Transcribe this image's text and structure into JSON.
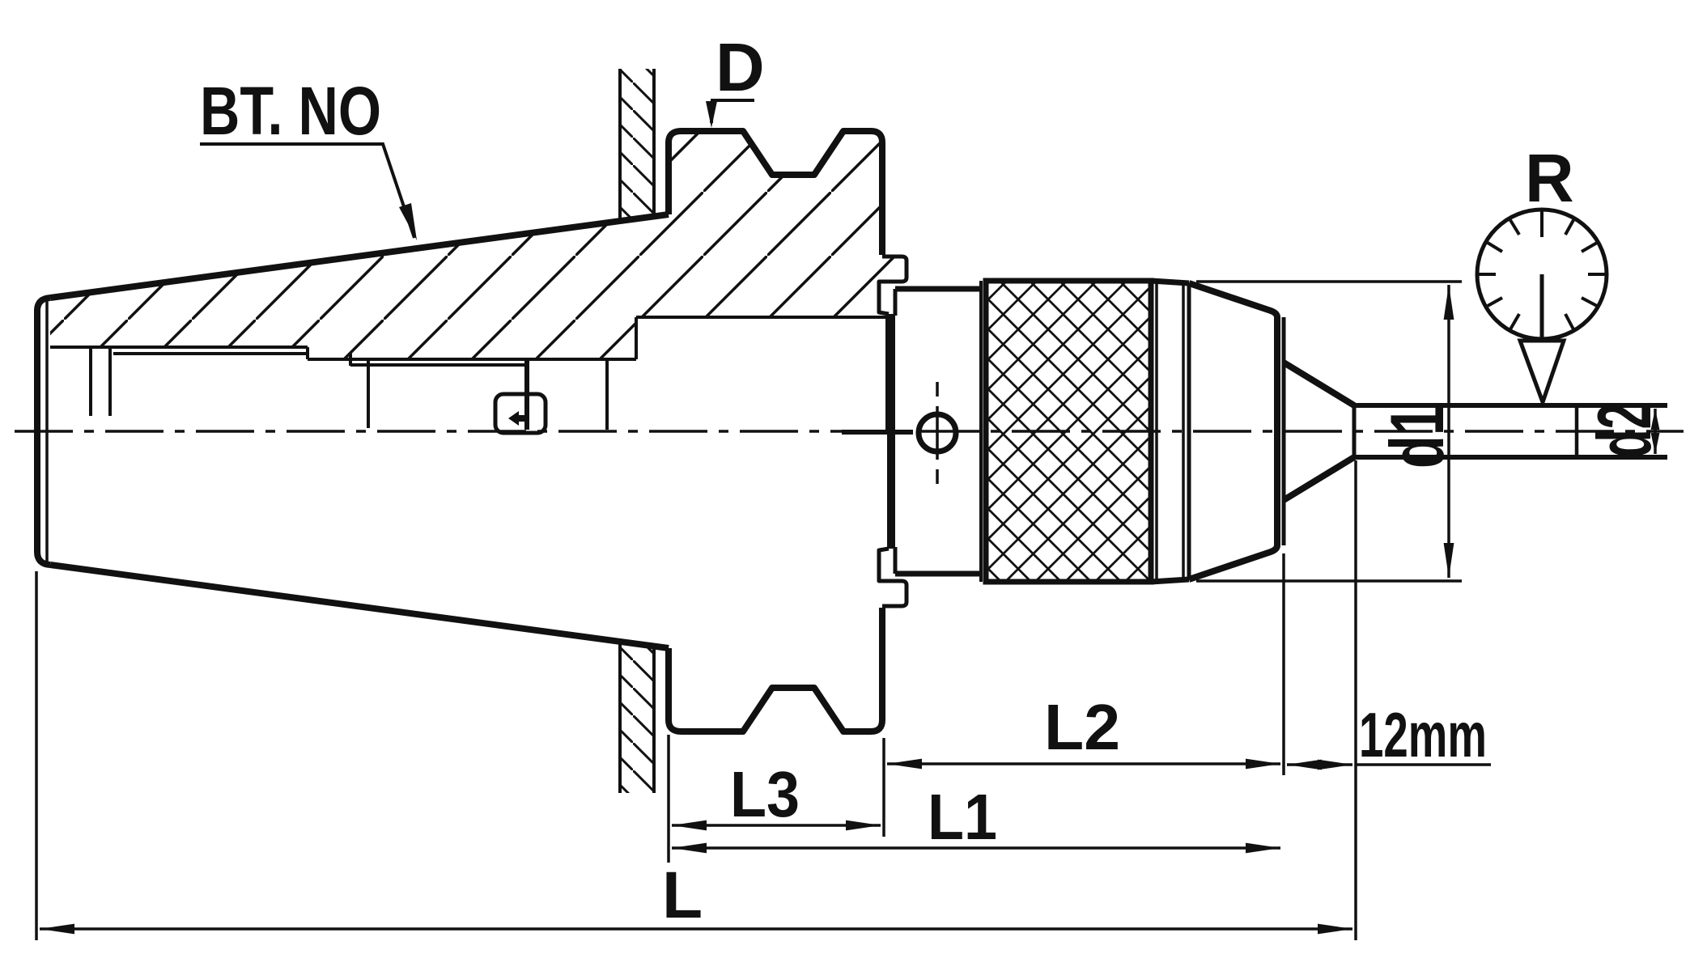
{
  "labels": {
    "shank_standard": "BT. NO",
    "flange_diameter": "D",
    "runout": "R",
    "chuck_body_diameter": "d1",
    "test_bar_diameter": "d2",
    "runout_distance": "12mm",
    "overall_length": "L",
    "gauge_length": "L1",
    "chuck_length": "L2",
    "flange_width": "L3"
  },
  "colors": {
    "ink": "#111111",
    "paper": "#ffffff"
  },
  "icons": [
    "dial-indicator-icon",
    "crosshair-position-icon"
  ]
}
